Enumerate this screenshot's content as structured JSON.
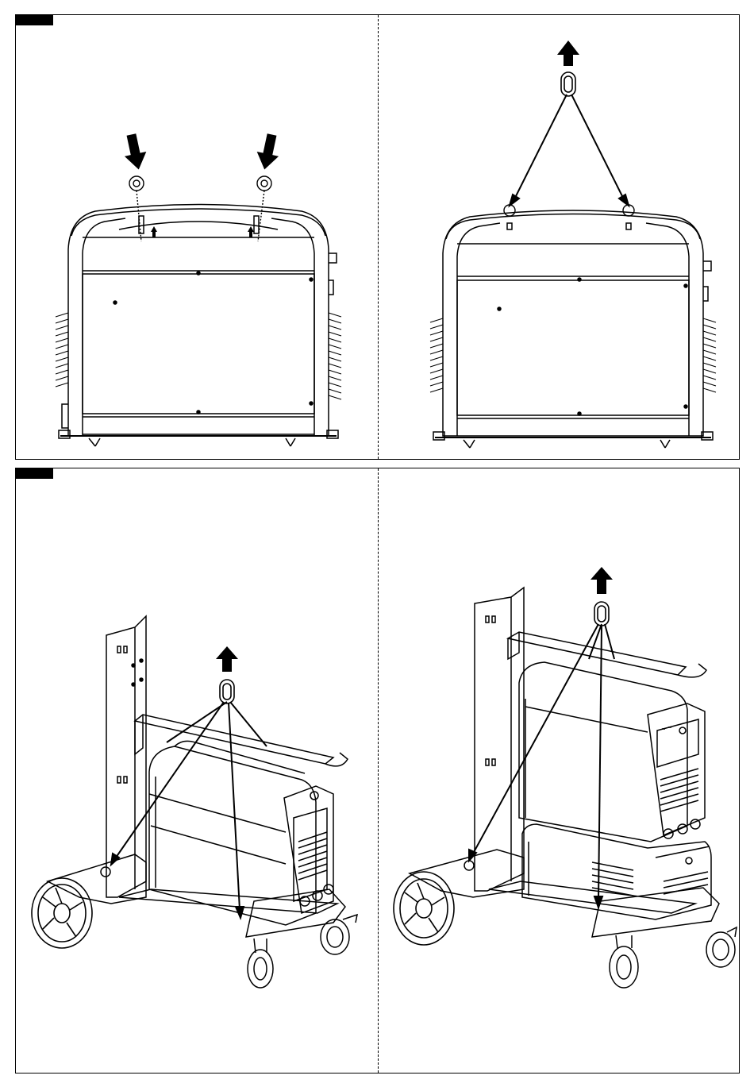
{
  "figure": {
    "panels": [
      {
        "id": "panel-top",
        "tab": "",
        "steps": [
          "install-eyebolts",
          "lift-unit"
        ]
      },
      {
        "id": "panel-bottom",
        "tab": "",
        "steps": [
          "lift-unit-on-trolley",
          "lift-dual-unit-on-trolley"
        ]
      }
    ],
    "colors": {
      "line": "#000000",
      "background": "#ffffff",
      "tab": "#000000"
    },
    "icons": [
      "down-arrow-icon",
      "up-arrow-icon",
      "lifting-ring-icon",
      "eye-bolt-icon",
      "sling-icon",
      "wheel-icon",
      "caster-icon"
    ]
  }
}
